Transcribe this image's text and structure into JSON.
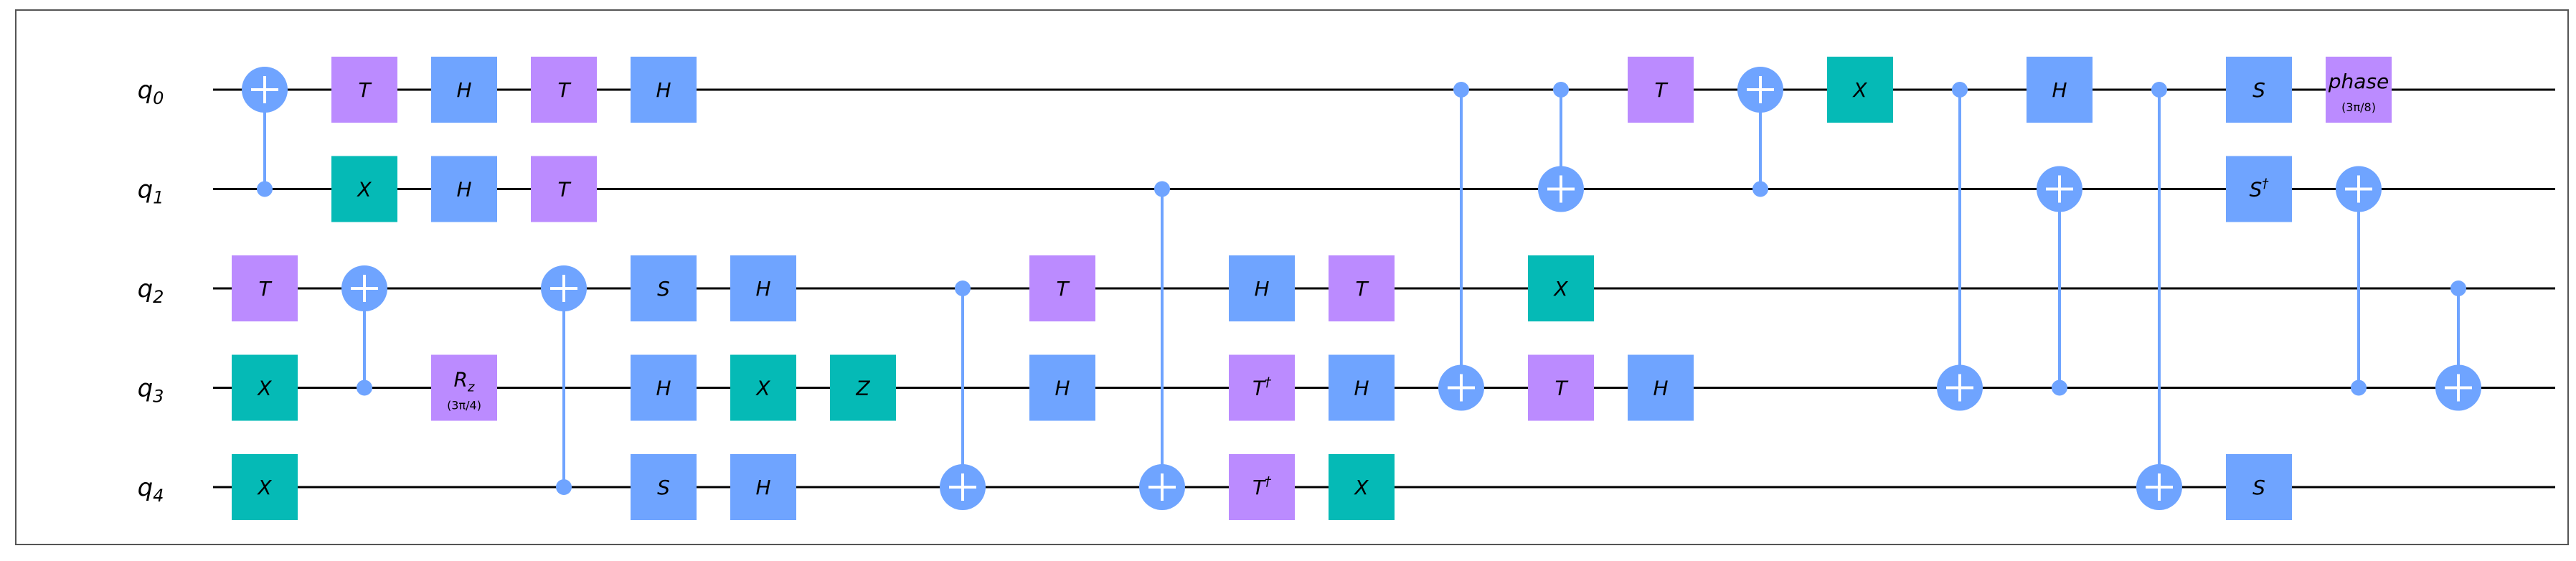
{
  "colors": {
    "background": "#ffffff",
    "frame": "#555555",
    "wire": "#000000",
    "clifford": "#6fa4ff",
    "t_gate": "#bb8bff",
    "pauli_x": "#05bab6",
    "control": "#6fa4ff"
  },
  "qubits": [
    {
      "name": "q",
      "index": "0"
    },
    {
      "name": "q",
      "index": "1"
    },
    {
      "name": "q",
      "index": "2"
    },
    {
      "name": "q",
      "index": "3"
    },
    {
      "name": "q",
      "index": "4"
    }
  ],
  "columns": 25,
  "gates": [
    {
      "type": "cx",
      "col": 0,
      "control": 1,
      "target": 0
    },
    {
      "type": "box",
      "col": 0,
      "qubit": 2,
      "label": "T",
      "kind": "t"
    },
    {
      "type": "box",
      "col": 0,
      "qubit": 3,
      "label": "X",
      "kind": "x"
    },
    {
      "type": "box",
      "col": 0,
      "qubit": 4,
      "label": "X",
      "kind": "x"
    },
    {
      "type": "box",
      "col": 1,
      "qubit": 0,
      "label": "T",
      "kind": "t"
    },
    {
      "type": "box",
      "col": 1,
      "qubit": 1,
      "label": "X",
      "kind": "x"
    },
    {
      "type": "cx",
      "col": 1,
      "control": 3,
      "target": 2
    },
    {
      "type": "box",
      "col": 2,
      "qubit": 0,
      "label": "H",
      "kind": "c"
    },
    {
      "type": "box",
      "col": 2,
      "qubit": 1,
      "label": "H",
      "kind": "c"
    },
    {
      "type": "box",
      "col": 2,
      "qubit": 3,
      "label": "R",
      "sub": "z",
      "param": "(3π/4)",
      "kind": "t"
    },
    {
      "type": "box",
      "col": 3,
      "qubit": 0,
      "label": "T",
      "kind": "t"
    },
    {
      "type": "box",
      "col": 3,
      "qubit": 1,
      "label": "T",
      "kind": "t"
    },
    {
      "type": "cx",
      "col": 3,
      "control": 4,
      "target": 2
    },
    {
      "type": "box",
      "col": 4,
      "qubit": 0,
      "label": "H",
      "kind": "c"
    },
    {
      "type": "box",
      "col": 4,
      "qubit": 2,
      "label": "S",
      "kind": "c"
    },
    {
      "type": "box",
      "col": 4,
      "qubit": 3,
      "label": "H",
      "kind": "c"
    },
    {
      "type": "box",
      "col": 4,
      "qubit": 4,
      "label": "S",
      "kind": "c"
    },
    {
      "type": "box",
      "col": 5,
      "qubit": 2,
      "label": "H",
      "kind": "c"
    },
    {
      "type": "box",
      "col": 5,
      "qubit": 3,
      "label": "X",
      "kind": "x"
    },
    {
      "type": "box",
      "col": 5,
      "qubit": 4,
      "label": "H",
      "kind": "c"
    },
    {
      "type": "box",
      "col": 6,
      "qubit": 3,
      "label": "Z",
      "kind": "x"
    },
    {
      "type": "cx",
      "col": 7,
      "control": 2,
      "target": 4
    },
    {
      "type": "box",
      "col": 8,
      "qubit": 2,
      "label": "T",
      "kind": "t"
    },
    {
      "type": "box",
      "col": 8,
      "qubit": 3,
      "label": "H",
      "kind": "c"
    },
    {
      "type": "cx",
      "col": 9,
      "control": 1,
      "target": 4
    },
    {
      "type": "box",
      "col": 10,
      "qubit": 2,
      "label": "H",
      "kind": "c"
    },
    {
      "type": "box",
      "col": 10,
      "qubit": 3,
      "label": "T",
      "sup": "†",
      "kind": "t"
    },
    {
      "type": "box",
      "col": 10,
      "qubit": 4,
      "label": "T",
      "sup": "†",
      "kind": "t"
    },
    {
      "type": "box",
      "col": 11,
      "qubit": 2,
      "label": "T",
      "kind": "t"
    },
    {
      "type": "box",
      "col": 11,
      "qubit": 3,
      "label": "H",
      "kind": "c"
    },
    {
      "type": "box",
      "col": 11,
      "qubit": 4,
      "label": "X",
      "kind": "x"
    },
    {
      "type": "cx",
      "col": 12,
      "control": 0,
      "target": 3
    },
    {
      "type": "cx",
      "col": 13,
      "control": 0,
      "target": 1
    },
    {
      "type": "box",
      "col": 13,
      "qubit": 2,
      "label": "X",
      "kind": "x"
    },
    {
      "type": "box",
      "col": 13,
      "qubit": 3,
      "label": "T",
      "kind": "t"
    },
    {
      "type": "box",
      "col": 14,
      "qubit": 0,
      "label": "T",
      "kind": "t"
    },
    {
      "type": "box",
      "col": 14,
      "qubit": 3,
      "label": "H",
      "kind": "c"
    },
    {
      "type": "cx",
      "col": 15,
      "control": 1,
      "target": 0
    },
    {
      "type": "box",
      "col": 16,
      "qubit": 0,
      "label": "X",
      "kind": "x"
    },
    {
      "type": "cx",
      "col": 17,
      "control": 0,
      "target": 3
    },
    {
      "type": "box",
      "col": 18,
      "qubit": 0,
      "label": "H",
      "kind": "c"
    },
    {
      "type": "cx",
      "col": 18,
      "control": 3,
      "target": 1
    },
    {
      "type": "cx",
      "col": 19,
      "control": 0,
      "target": 4
    },
    {
      "type": "box",
      "col": 20,
      "qubit": 0,
      "label": "S",
      "kind": "c"
    },
    {
      "type": "box",
      "col": 20,
      "qubit": 1,
      "label": "S",
      "sup": "†",
      "kind": "c"
    },
    {
      "type": "box",
      "col": 20,
      "qubit": 4,
      "label": "S",
      "kind": "c"
    },
    {
      "type": "box",
      "col": 21,
      "qubit": 0,
      "label": "phase",
      "param": "(3π/8)",
      "kind": "t"
    },
    {
      "type": "cx",
      "col": 21,
      "control": 3,
      "target": 1
    },
    {
      "type": "cx",
      "col": 22,
      "control": 2,
      "target": 3
    }
  ]
}
